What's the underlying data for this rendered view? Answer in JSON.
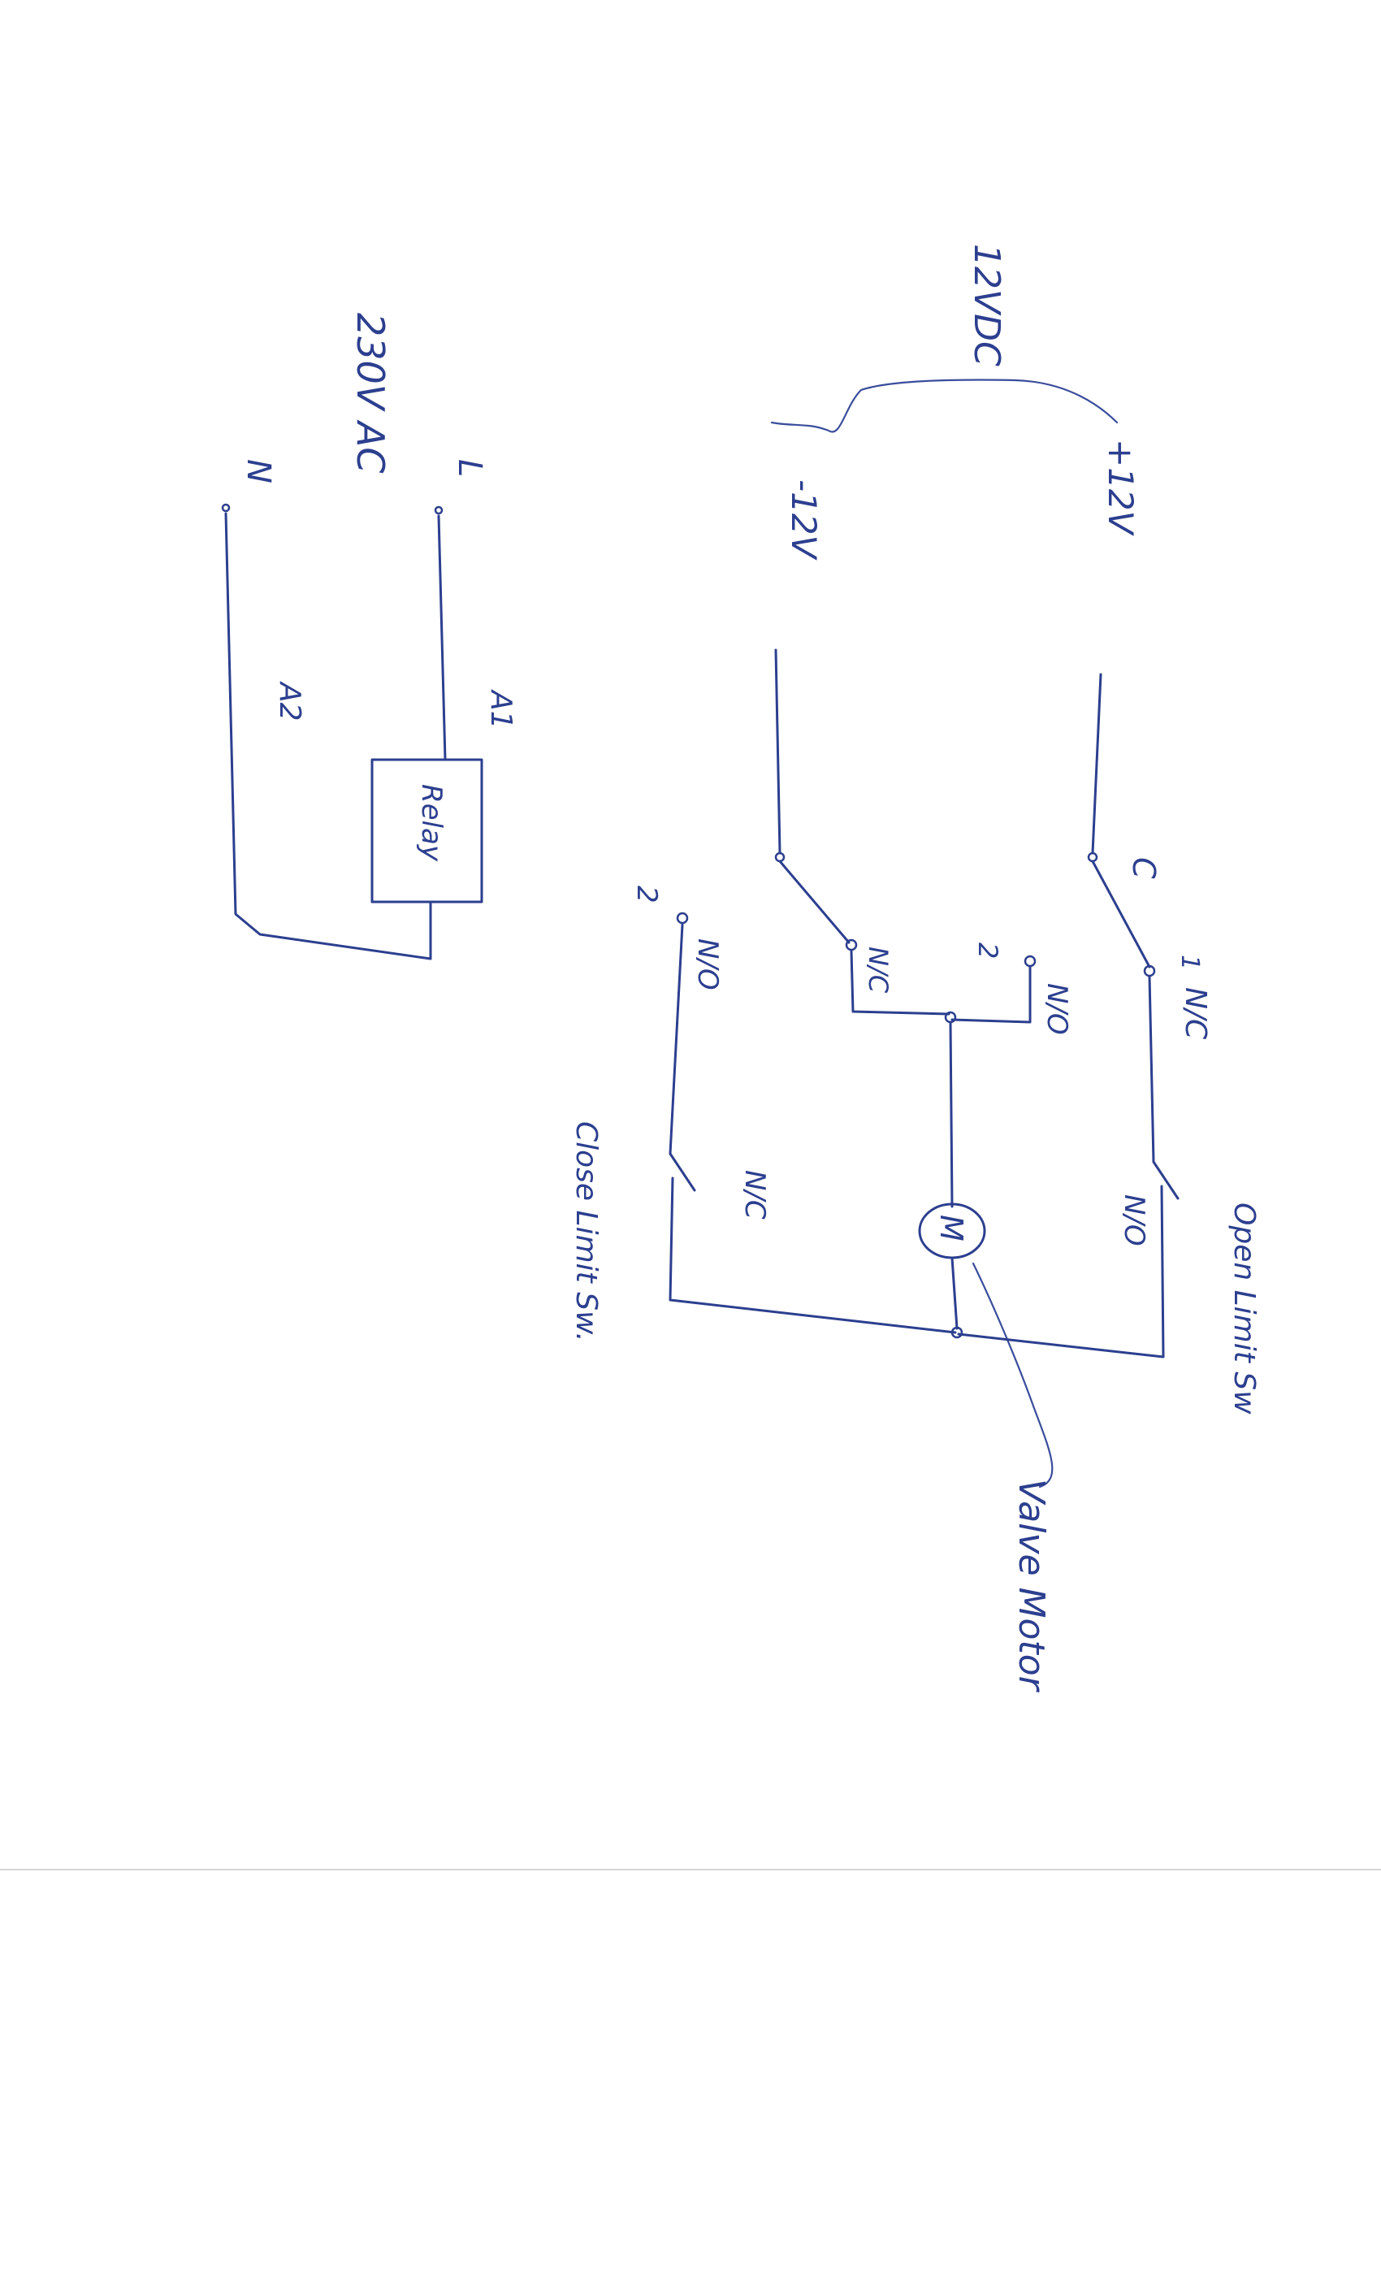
{
  "diagram": {
    "ink_color": "#2c3f8f",
    "labels": {
      "dc_supply": "12VDC",
      "plus_12v": "+12V",
      "minus_12v": "-12V",
      "ac_supply": "230V AC",
      "line": "L",
      "neutral": "N",
      "a1": "A1",
      "a2": "A2",
      "relay": "Relay",
      "common": "C",
      "pole_1": "1",
      "pole_2": "2",
      "pole_2_lower": "2",
      "nc_1": "N/C",
      "no_1": "N/O",
      "nc_2": "N/C",
      "no_2": "N/O",
      "open_sw_no": "N/O",
      "close_sw_nc": "N/C",
      "open_limit": "Open Limit Sw",
      "close_limit": "Close Limit Sw.",
      "motor": "M",
      "valve_motor": "Valve Motor"
    }
  }
}
